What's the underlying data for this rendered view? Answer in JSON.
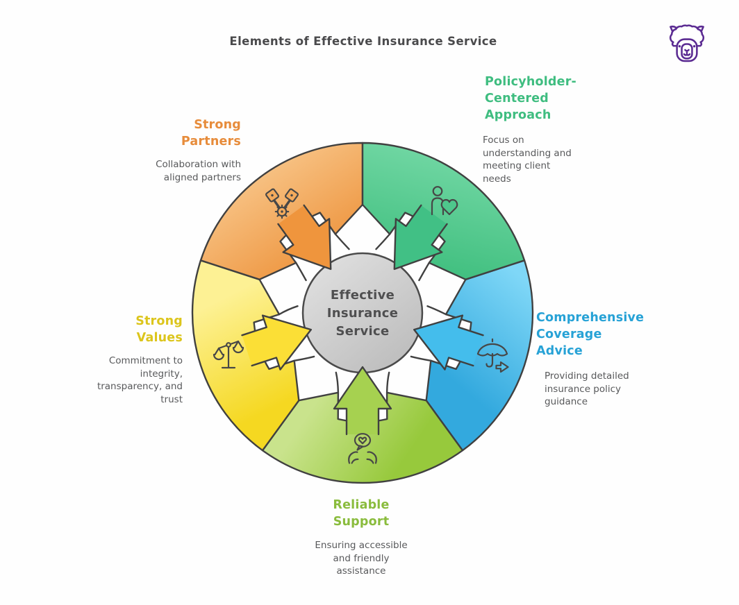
{
  "title": "Elements of Effective Insurance Service",
  "hub": {
    "label": "Effective\nInsurance\nService",
    "fill": "#cccccc",
    "text_color": "#4f4f50"
  },
  "brand": {
    "logo": "alpaca-logo",
    "color": "#5b2b92"
  },
  "colors": {
    "outline": "#404040",
    "description_text": "#58595b",
    "title_text": "#4a4a4c"
  },
  "segments": [
    {
      "id": "policyholder-centered-approach",
      "heading": "Policyholder-\nCentered\nApproach",
      "description": "Focus on\nunderstanding and\nmeeting client\nneeds",
      "color": "#3fbd80",
      "icon": "person-heart-icon"
    },
    {
      "id": "comprehensive-coverage-advice",
      "heading": "Comprehensive\nCoverage\nAdvice",
      "description": "Providing detailed\ninsurance policy\nguidance",
      "color": "#27a2d6",
      "icon": "umbrella-arrow-icon"
    },
    {
      "id": "reliable-support",
      "heading": "Reliable\nSupport",
      "description": "Ensuring accessible\nand friendly\nassistance",
      "color": "#8abc3d",
      "icon": "hands-heart-icon"
    },
    {
      "id": "strong-values",
      "heading": "Strong\nValues",
      "description": "Commitment to\nintegrity,\ntransparency, and\ntrust",
      "color": "#dcc51c",
      "icon": "scales-icon"
    },
    {
      "id": "strong-partners",
      "heading": "Strong\nPartners",
      "description": "Collaboration with\naligned partners",
      "color": "#e78c3b",
      "icon": "pistons-gear-icon"
    }
  ]
}
